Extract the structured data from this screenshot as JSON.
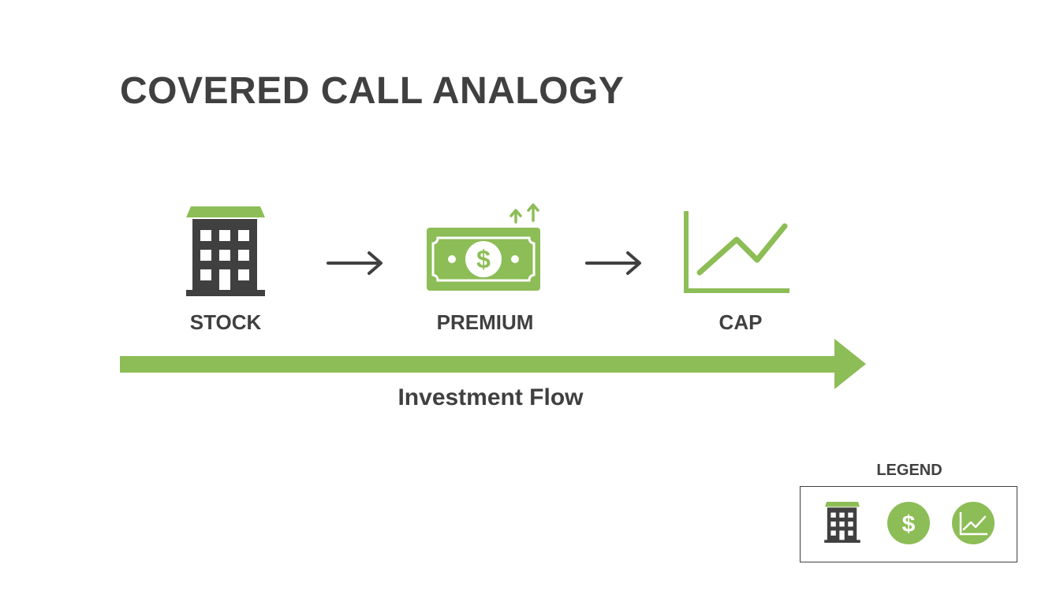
{
  "title": "COVERED CALL ANALOGY",
  "nodes": [
    {
      "label": "STOCK",
      "icon": "building-icon"
    },
    {
      "label": "PREMIUM",
      "icon": "money-bill-icon"
    },
    {
      "label": "CAP",
      "icon": "line-chart-icon"
    }
  ],
  "flow": {
    "label": "Investment Flow"
  },
  "legend": {
    "title": "LEGEND",
    "items": [
      {
        "icon": "building-icon"
      },
      {
        "icon": "dollar-coin-icon"
      },
      {
        "icon": "line-chart-icon"
      }
    ]
  },
  "colors": {
    "accent_green": "#8dbd56",
    "dark_gray": "#404040",
    "background": "#ffffff"
  }
}
